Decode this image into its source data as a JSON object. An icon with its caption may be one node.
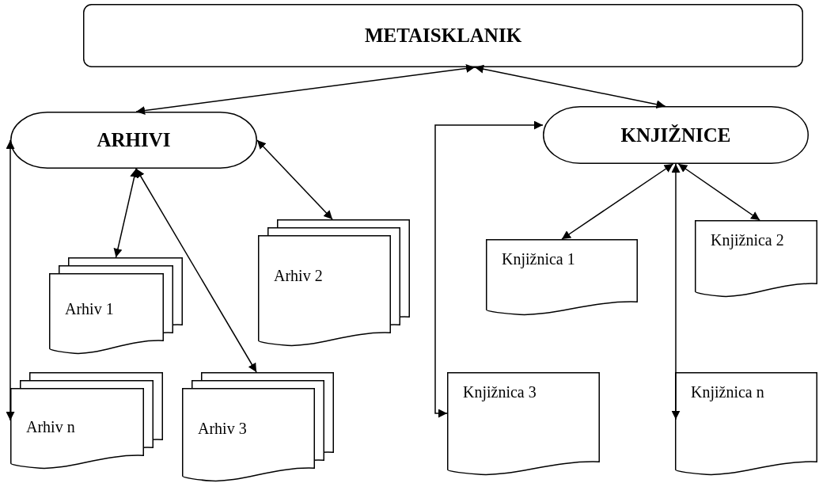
{
  "diagram": {
    "nodes": [
      {
        "text": [
          "METAISKLANIK"
        ]
      },
      {
        "text": [
          "ARHIVI"
        ]
      },
      {
        "text": [
          "KNJIŽNICE"
        ]
      },
      {
        "text": [
          "Arhiv 1"
        ]
      },
      {
        "text": [
          "Arhiv 2"
        ]
      },
      {
        "text": [
          "Arhiv 3"
        ]
      },
      {
        "text": [
          "Arhiv n"
        ]
      },
      {
        "text": [
          "Knjižnica 1"
        ]
      },
      {
        "text": [
          "Knjižnica 2"
        ]
      },
      {
        "text": [
          "Knjižnica 3"
        ]
      },
      {
        "text": [
          "Knjižnica n"
        ]
      }
    ],
    "edges": [
      {
        "from": 0,
        "to": 1,
        "arrow": "both"
      },
      {
        "from": 0,
        "to": 2,
        "arrow": "both"
      },
      {
        "from": 1,
        "to": 4,
        "arrow": "both"
      },
      {
        "from": 1,
        "to": 3,
        "arrow": "both"
      },
      {
        "from": 1,
        "to": 5,
        "arrow": "both"
      },
      {
        "from": 1,
        "to": 6,
        "arrow": "both"
      },
      {
        "from": 2,
        "to": 9,
        "arrow": "both"
      },
      {
        "from": 2,
        "to": 7,
        "arrow": "both"
      },
      {
        "from": 2,
        "to": 8,
        "arrow": "both"
      },
      {
        "from": 2,
        "to": 10,
        "arrow": "both"
      }
    ]
  }
}
